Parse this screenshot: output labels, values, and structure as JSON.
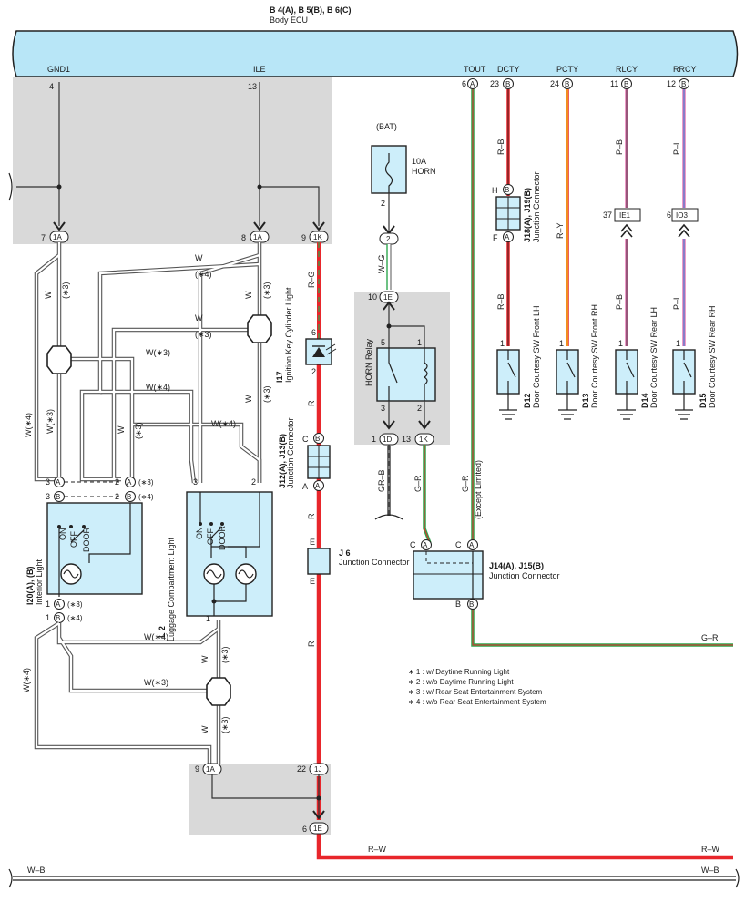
{
  "ecu": {
    "title": "B 4(A), B 5(B), B 6(C)",
    "subtitle": "Body ECU",
    "terminals": [
      "GND1",
      "ILE",
      "TOUT",
      "DCTY",
      "PCTY",
      "RLCY",
      "RRCY"
    ],
    "pins": [
      "4",
      "13",
      "6",
      "23",
      "24",
      "11",
      "12"
    ],
    "pin_letters": [
      "A",
      "B",
      "B",
      "B",
      "B"
    ]
  },
  "fuse": {
    "source": "(BAT)",
    "rating": "10A",
    "name": "HORN",
    "pin": "2"
  },
  "relay": {
    "name": "HORN Relay",
    "pins": [
      "5",
      "1",
      "3",
      "2"
    ]
  },
  "components": {
    "ignition_light": {
      "code": "I17",
      "name": "Ignition Key Cylinder Light",
      "pins": [
        "6",
        "2"
      ]
    },
    "interior_light": {
      "code": "I20(A), (B)",
      "name": "Interior Light",
      "switch": [
        "ON",
        "OFF",
        "DOOR"
      ]
    },
    "luggage_light": {
      "code": "L 2",
      "name": "Luggage Compartment Light",
      "switch": [
        "ON",
        "OFF",
        "DOOR"
      ],
      "pin": "1"
    },
    "j12": {
      "code": "J12(A), J13(B)",
      "name": "Junction Connector"
    },
    "j6": {
      "code": "J 6",
      "name": "Junction Connector"
    },
    "j14": {
      "code": "J14(A), J15(B)",
      "name": "Junction Connector"
    },
    "j18": {
      "code": "J18(A), J19(B)",
      "name": "Junction Connector"
    },
    "d12": {
      "code": "D12",
      "name": "Door Courtesy SW Front LH"
    },
    "d13": {
      "code": "D13",
      "name": "Door Courtesy SW Front RH"
    },
    "d14": {
      "code": "D14",
      "name": "Door Courtesy SW Rear LH"
    },
    "d15": {
      "code": "D15",
      "name": "Door Courtesy SW Rear RH"
    }
  },
  "connectors": {
    "c1": {
      "pin": "7",
      "id": "1A"
    },
    "c2": {
      "pin": "8",
      "id": "1A"
    },
    "c3": {
      "pin": "9",
      "id": "1K"
    },
    "c4": {
      "pin": "10",
      "id": "1E"
    },
    "c5": {
      "pin": "1",
      "id": "1D"
    },
    "c6": {
      "pin": "13",
      "id": "1K"
    },
    "c7": {
      "pin": "9",
      "id": "1A"
    },
    "c8": {
      "pin": "22",
      "id": "1J"
    },
    "c9": {
      "pin": "6",
      "id": "1E"
    },
    "ie1": {
      "pin": "37",
      "id": "IE1"
    },
    "io3": {
      "pin": "6",
      "id": "IO3"
    }
  },
  "wire_labels": {
    "w": "W",
    "w3": "W(∗3)",
    "w4": "W(∗4)",
    "s3": "(∗3)",
    "s4": "(∗4)",
    "rg": "R–G",
    "r": "R",
    "wg": "W–G",
    "grb": "GR–B",
    "gr": "G–R",
    "rb": "R–B",
    "ry": "R–Y",
    "pb": "P–B",
    "pl": "P–L",
    "rw": "R–W",
    "wb": "W–B",
    "except_limited": "(Except Limited)"
  },
  "legend": [
    "∗ 1 : w/ Daytime Running Light",
    "∗ 2 : w/o Daytime Running Light",
    "∗ 3 : w/ Rear Seat Entertainment System",
    "∗ 4 : w/o Rear Seat Entertainment System"
  ]
}
